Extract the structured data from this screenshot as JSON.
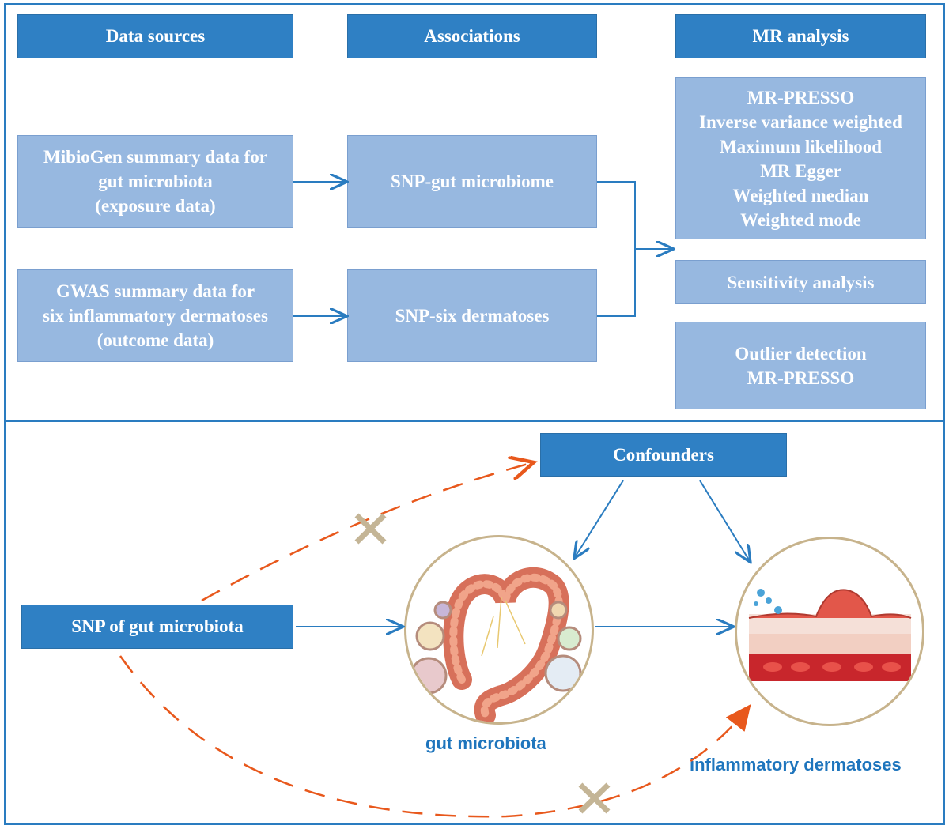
{
  "top": {
    "headers": {
      "data_sources": "Data sources",
      "associations": "Associations",
      "mr_analysis": "MR analysis"
    },
    "exposure": [
      "MibioGen summary data for",
      "gut microbiota",
      "(exposure data)"
    ],
    "outcome": [
      "GWAS summary data for",
      "six inflammatory dermatoses",
      "(outcome data)"
    ],
    "snp_gut": "SNP-gut microbiome",
    "snp_derm": "SNP-six dermatoses",
    "methods": [
      "MR-PRESSO",
      "Inverse variance weighted",
      "Maximum likelihood",
      "MR Egger",
      "Weighted median",
      "Weighted mode"
    ],
    "sensitivity": "Sensitivity analysis",
    "outlier": [
      "Outlier detection",
      "MR-PRESSO"
    ]
  },
  "bottom": {
    "confounders": "Confounders",
    "snp_gut": "SNP of gut microbiota",
    "gut_caption": "gut microbiota",
    "derm_caption": "inflammatory dermatoses"
  },
  "colors": {
    "header_blue": "#2f80c4",
    "light_blue": "#97b8e0",
    "arrow_blue": "#2a7cc0",
    "dashed_orange": "#e8581c",
    "cross_tan": "#c4b596",
    "caption_blue": "#1e75bd"
  }
}
